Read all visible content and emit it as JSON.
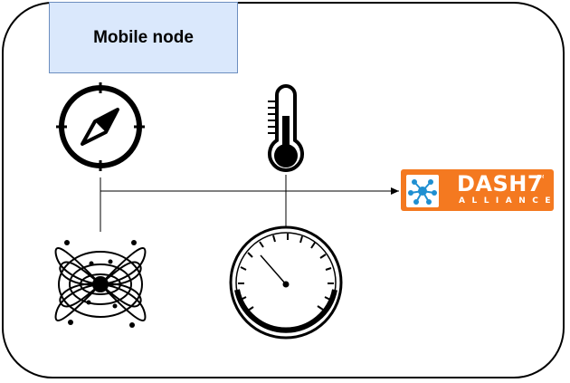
{
  "diagram": {
    "title": "Mobile node",
    "nodes": [
      {
        "id": "compass",
        "icon": "compass-icon"
      },
      {
        "id": "thermometer",
        "icon": "thermometer-icon"
      },
      {
        "id": "magnetometer",
        "icon": "magnetic-field-icon"
      },
      {
        "id": "barometer",
        "icon": "pressure-gauge-icon"
      },
      {
        "id": "dash7",
        "icon": "dash7-alliance-logo"
      }
    ],
    "edges": [
      {
        "from": "compass",
        "to": "dash7"
      },
      {
        "from": "magnetometer",
        "to": "dash7"
      },
      {
        "from": "thermometer",
        "to": "dash7"
      },
      {
        "from": "barometer",
        "to": "dash7"
      }
    ],
    "logo": {
      "word": "DASH7",
      "sub": "ALLIANCE",
      "tm": "TM",
      "color": "#f47920",
      "mark_color": "#1f8fd1"
    },
    "colors": {
      "title_fill": "#dae8fc",
      "title_border": "#6c8ebf"
    }
  }
}
